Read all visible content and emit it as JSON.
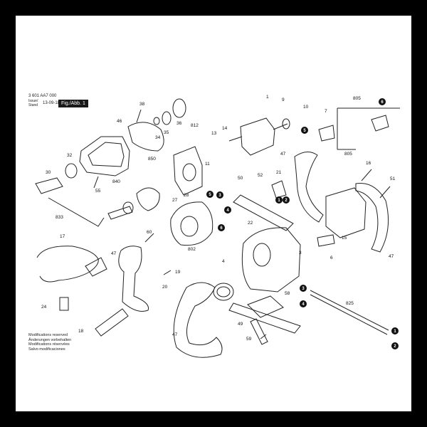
{
  "header": {
    "part_number": "3 601 AA7 000",
    "issue_label": "Issue/ Stand",
    "issue_date": "13-09-18",
    "figure_label": "Fig./Abb. 1"
  },
  "footer": {
    "lines": [
      "Modifications reserved",
      "Änderungen vorbehalten",
      "Modifications réservées",
      "Salvo modificaciones"
    ]
  },
  "callouts": [
    {
      "id": "c1",
      "text": "1"
    },
    {
      "id": "c3",
      "text": "3"
    },
    {
      "id": "c4",
      "text": "4"
    },
    {
      "id": "c6",
      "text": "6"
    },
    {
      "id": "c7",
      "text": "7"
    },
    {
      "id": "c9",
      "text": "9"
    },
    {
      "id": "c10",
      "text": "10"
    },
    {
      "id": "c11",
      "text": "11"
    },
    {
      "id": "c13",
      "text": "13"
    },
    {
      "id": "c14",
      "text": "14"
    },
    {
      "id": "c15",
      "text": "15"
    },
    {
      "id": "c16",
      "text": "16"
    },
    {
      "id": "c17",
      "text": "17"
    },
    {
      "id": "c18",
      "text": "18"
    },
    {
      "id": "c19",
      "text": "19"
    },
    {
      "id": "c20",
      "text": "20"
    },
    {
      "id": "c21",
      "text": "21"
    },
    {
      "id": "c22",
      "text": "22"
    },
    {
      "id": "c24",
      "text": "24"
    },
    {
      "id": "c27",
      "text": "27"
    },
    {
      "id": "c28",
      "text": "28"
    },
    {
      "id": "c30",
      "text": "30"
    },
    {
      "id": "c32",
      "text": "32"
    },
    {
      "id": "c34",
      "text": "34"
    },
    {
      "id": "c35",
      "text": "35"
    },
    {
      "id": "c36",
      "text": "36"
    },
    {
      "id": "c38",
      "text": "38"
    },
    {
      "id": "c46",
      "text": "46"
    },
    {
      "id": "c47a",
      "text": "47"
    },
    {
      "id": "c47b",
      "text": "47"
    },
    {
      "id": "c47c",
      "text": "47"
    },
    {
      "id": "c47d",
      "text": "47"
    },
    {
      "id": "c49",
      "text": "49"
    },
    {
      "id": "c50",
      "text": "50"
    },
    {
      "id": "c51",
      "text": "51"
    },
    {
      "id": "c52",
      "text": "52"
    },
    {
      "id": "c55",
      "text": "55"
    },
    {
      "id": "c58",
      "text": "58"
    },
    {
      "id": "c59",
      "text": "59"
    },
    {
      "id": "c60",
      "text": "60"
    },
    {
      "id": "c802",
      "text": "802"
    },
    {
      "id": "c805a",
      "text": "805"
    },
    {
      "id": "c805b",
      "text": "805"
    },
    {
      "id": "c812",
      "text": "812"
    },
    {
      "id": "c825",
      "text": "825"
    },
    {
      "id": "c833",
      "text": "833"
    },
    {
      "id": "c840",
      "text": "840"
    },
    {
      "id": "c850",
      "text": "850"
    }
  ],
  "badges": [
    {
      "id": "b6",
      "text": "6"
    },
    {
      "id": "b5a",
      "text": "5"
    },
    {
      "id": "b1a",
      "text": "1"
    },
    {
      "id": "b2a",
      "text": "2"
    },
    {
      "id": "b5b",
      "text": "5"
    },
    {
      "id": "b3a",
      "text": "3"
    },
    {
      "id": "b4a",
      "text": "4"
    },
    {
      "id": "b6b",
      "text": "6"
    },
    {
      "id": "b3b",
      "text": "3"
    },
    {
      "id": "b4b",
      "text": "4"
    },
    {
      "id": "b1b",
      "text": "1"
    },
    {
      "id": "b2b",
      "text": "2"
    }
  ]
}
